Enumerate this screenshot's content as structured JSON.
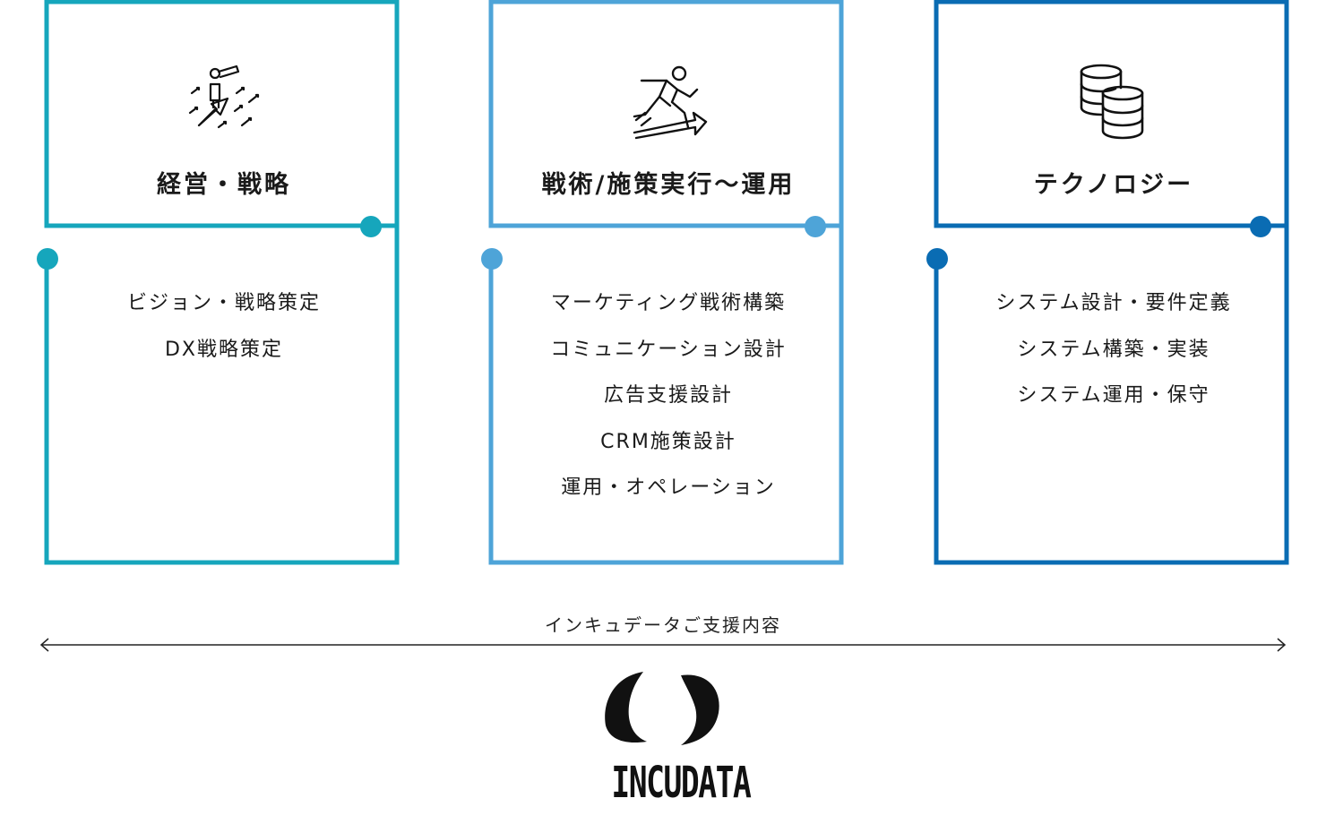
{
  "columns": [
    {
      "title": "経営・戦略",
      "color": "#16A6BC",
      "icon": "telescope-growth-icon",
      "items": [
        "ビジョン・戦略策定",
        "DX戦略策定"
      ]
    },
    {
      "title": "戦術/施策実行〜運用",
      "color": "#4EA4D8",
      "icon": "running-person-icon",
      "items": [
        "マーケティング戦術構築",
        "コミュニケーション設計",
        "広告支援設計",
        "CRM施策設計",
        "運用・オペレーション"
      ]
    },
    {
      "title": "テクノロジー",
      "color": "#0A6CB3",
      "icon": "database-icon",
      "items": [
        "システム設計・要件定義",
        "システム構築・実装",
        "システム運用・保守"
      ]
    }
  ],
  "caption": "インキュデータご支援内容",
  "logo": {
    "text": "INCUDATA",
    "icon": "incudata-logo-icon"
  }
}
